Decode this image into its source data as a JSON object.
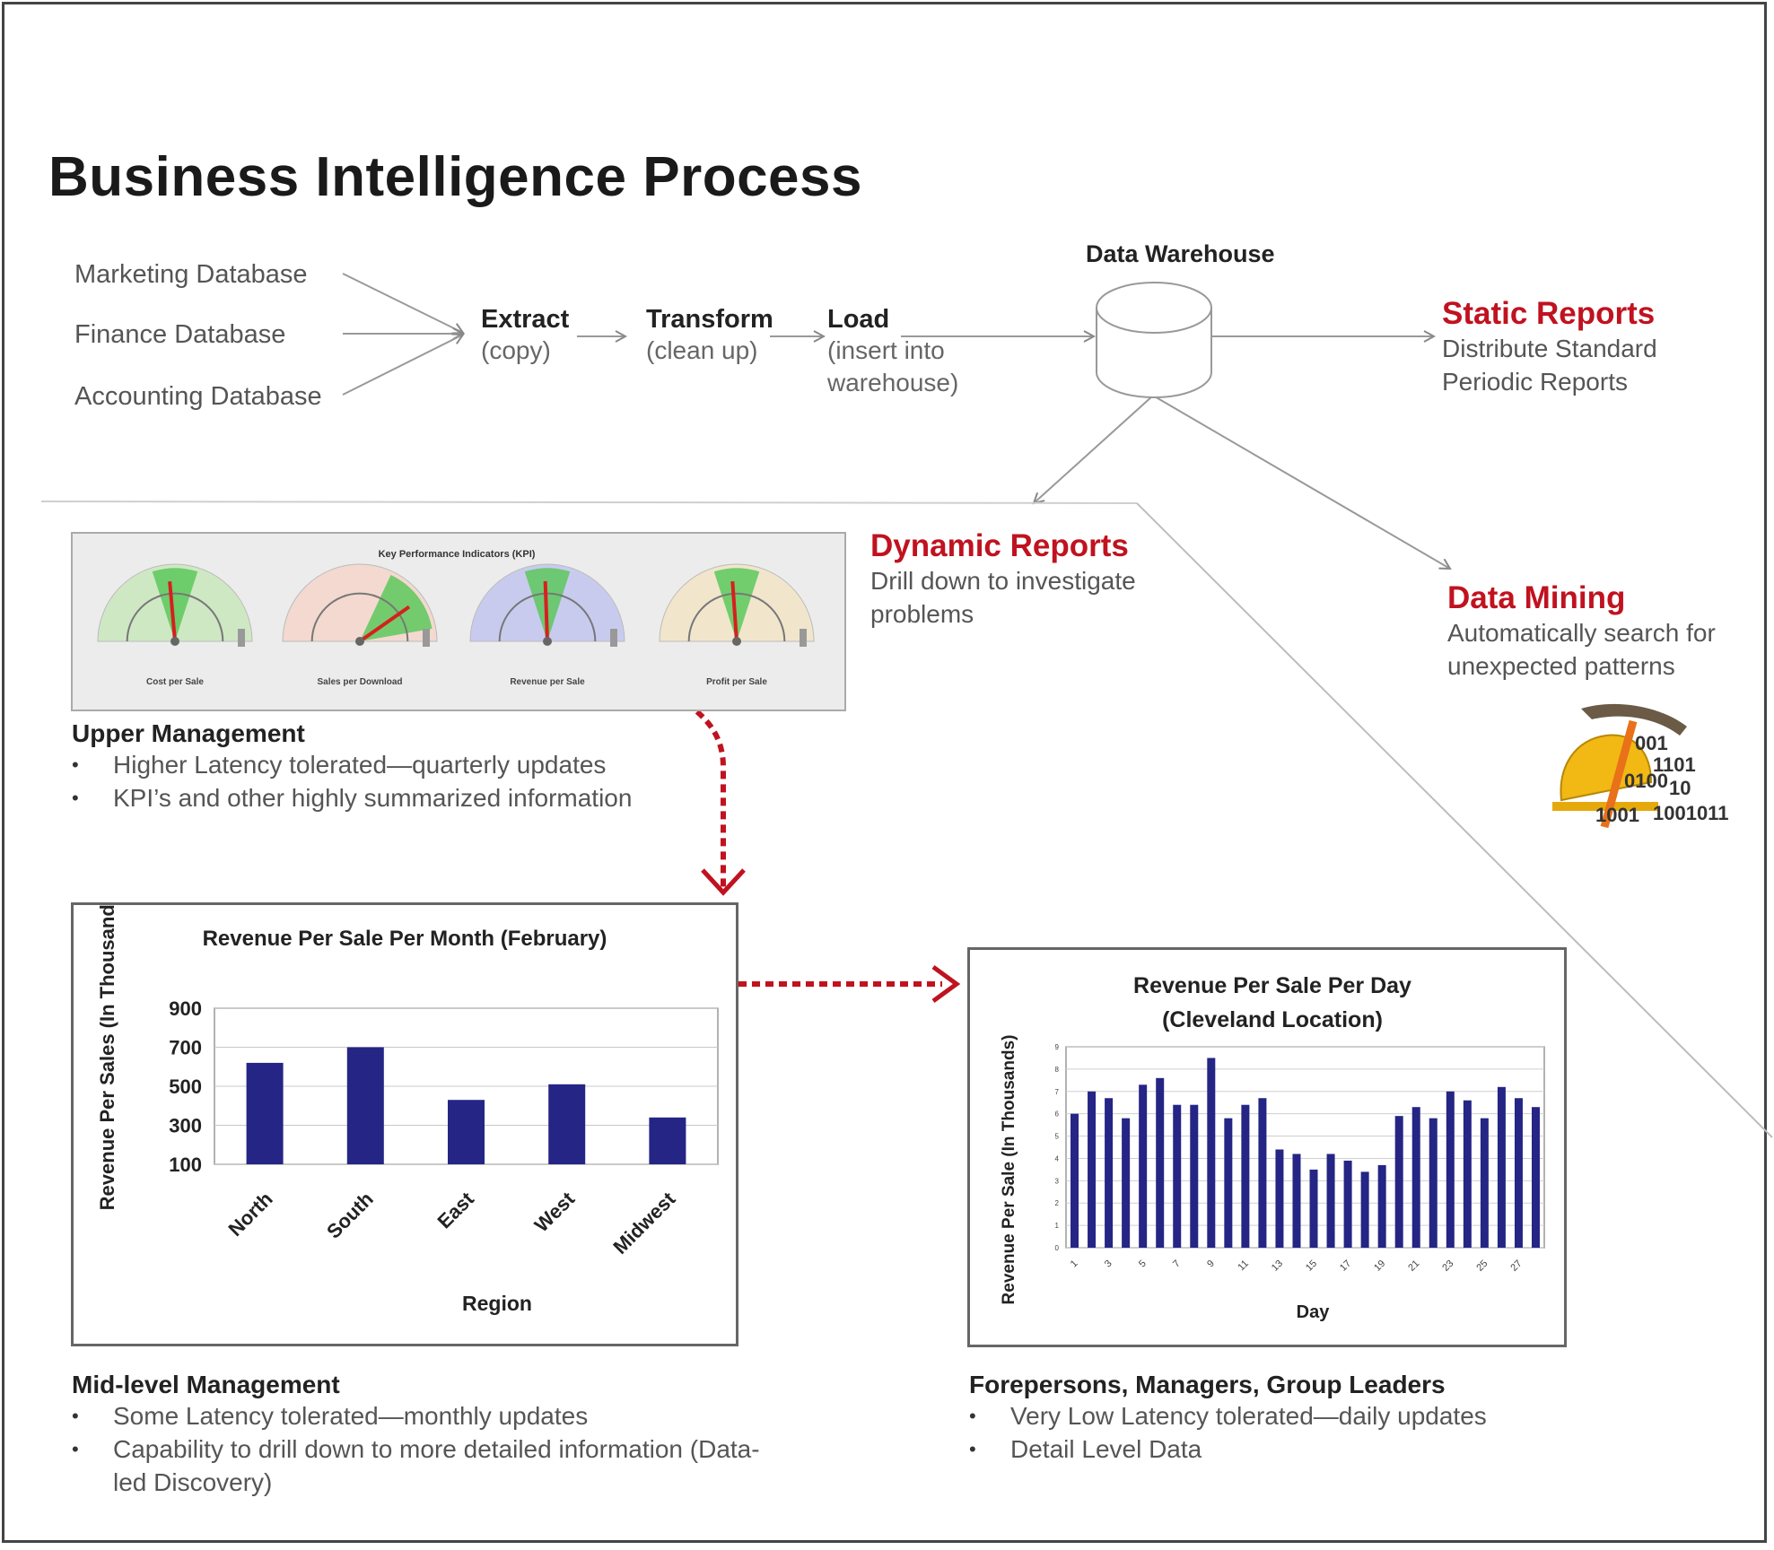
{
  "title": "Business Intelligence Process",
  "sources": [
    "Marketing Database",
    "Finance Database",
    "Accounting Database"
  ],
  "etl": {
    "extract": {
      "label": "Extract",
      "sub": "(copy)"
    },
    "transform": {
      "label": "Transform",
      "sub": "(clean up)"
    },
    "load": {
      "label": "Load",
      "sub": "(insert into warehouse)"
    }
  },
  "warehouse_label": "Data Warehouse",
  "static_reports": {
    "title": "Static Reports",
    "desc": "Distribute Standard Periodic Reports"
  },
  "dynamic_reports": {
    "title": "Dynamic Reports",
    "desc": "Drill down to investigate problems"
  },
  "data_mining": {
    "title": "Data Mining",
    "desc": "Automatically search for unexpected patterns"
  },
  "kpi_panel": {
    "title": "Key Performance Indicators (KPI)",
    "gauges": [
      {
        "label": "Cost per Sale",
        "color": "#cfe8c4"
      },
      {
        "label": "Sales per Download",
        "color": "#f3d9cf"
      },
      {
        "label": "Revenue per Sale",
        "color": "#c9cbee"
      },
      {
        "label": "Profit per Sale",
        "color": "#f1e6cc"
      }
    ]
  },
  "upper_mgmt": {
    "heading": "Upper Management",
    "bullets": [
      "Higher Latency tolerated—quarterly updates",
      "KPI’s and other highly summarized information"
    ]
  },
  "mid_mgmt": {
    "heading": "Mid-level Management",
    "bullets": [
      "Some Latency tolerated—monthly updates",
      "Capability to drill down to more detailed information (Data-led Discovery)"
    ]
  },
  "fore_mgmt": {
    "heading": "Forepersons, Managers, Group Leaders",
    "bullets": [
      "Very Low Latency tolerated—daily updates",
      "Detail Level Data"
    ]
  },
  "chart_data": [
    {
      "type": "bar",
      "title": "Revenue Per Sale Per Month (February)",
      "xlabel": "Region",
      "ylabel": "Revenue Per Sales (In Thousands)",
      "categories": [
        "North",
        "South",
        "East",
        "West",
        "Midwest"
      ],
      "values": [
        620,
        700,
        430,
        510,
        340
      ],
      "yticks": [
        900,
        700,
        500,
        300,
        100
      ],
      "ylim": [
        100,
        900
      ],
      "bar_color": "#252585",
      "grid": true
    },
    {
      "type": "bar",
      "title": "Revenue Per Sale Per Day (Cleveland Location)",
      "xlabel": "Day",
      "ylabel": "Revenue Per Sale (In Thousands)",
      "values": [
        6.0,
        7.0,
        6.7,
        5.8,
        7.3,
        7.6,
        6.4,
        6.4,
        8.5,
        5.8,
        6.4,
        6.7,
        4.4,
        4.2,
        3.5,
        4.2,
        3.9,
        3.4,
        3.7,
        5.9,
        6.3,
        5.8,
        7.0,
        6.6,
        5.8,
        7.2,
        6.7,
        6.3
      ],
      "ylim": [
        0,
        9
      ],
      "bar_color": "#252585",
      "grid": true
    }
  ]
}
